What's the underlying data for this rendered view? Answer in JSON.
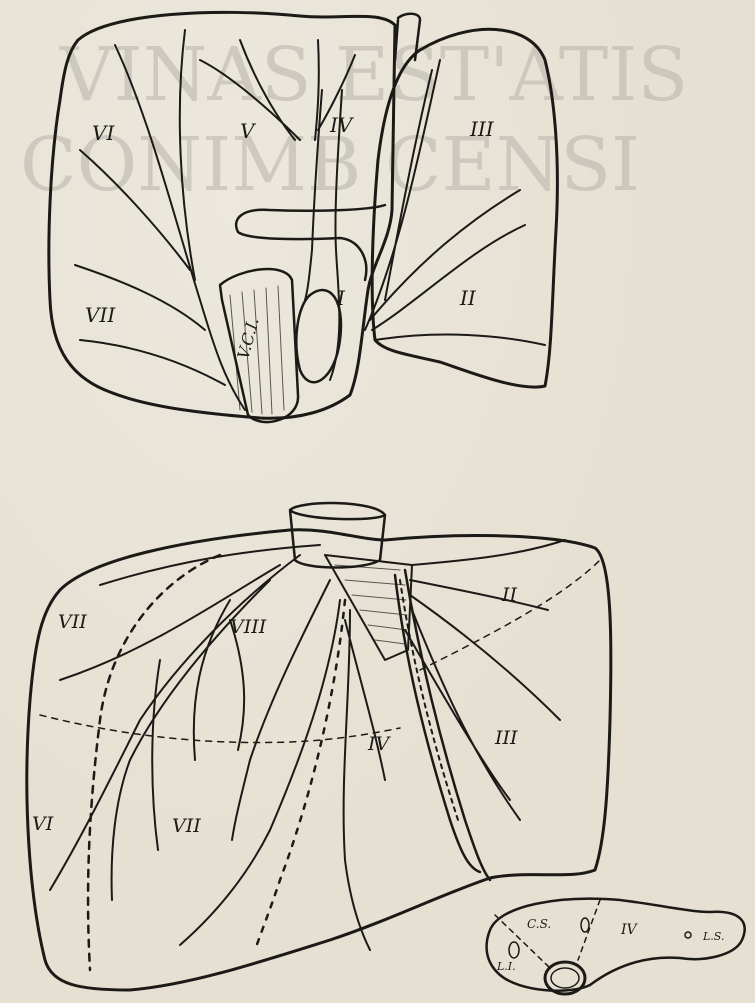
{
  "background_text": [
    "VINAS EST'ATIS",
    "CONIMB CENSI"
  ],
  "figure_top": {
    "segment_labels": [
      "VI",
      "V",
      "IV",
      "III",
      "VII",
      "I",
      "II"
    ],
    "vessel_label": "V.C.I."
  },
  "figure_bottom": {
    "segment_labels": [
      "VII",
      "VIII",
      "II",
      "IV",
      "III",
      "VI",
      "VII"
    ]
  },
  "inset": {
    "labels": [
      "C.S.",
      "IV",
      "L.S.",
      "L.I."
    ]
  },
  "colors": {
    "paper": "#e6e0d2",
    "ink": "#1b1a17"
  }
}
